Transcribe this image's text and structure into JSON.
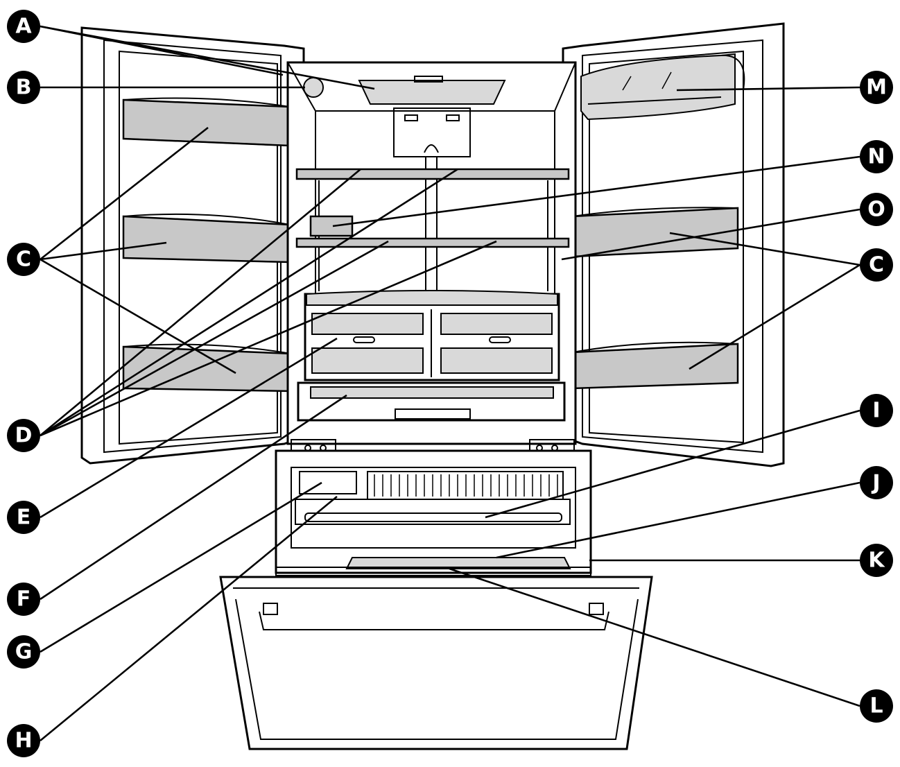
{
  "labels": [
    {
      "id": "A",
      "text": "A"
    },
    {
      "id": "B",
      "text": "B"
    },
    {
      "id": "C-left",
      "text": "C"
    },
    {
      "id": "D",
      "text": "D"
    },
    {
      "id": "E",
      "text": "E"
    },
    {
      "id": "F",
      "text": "F"
    },
    {
      "id": "G",
      "text": "G"
    },
    {
      "id": "H",
      "text": "H"
    },
    {
      "id": "M",
      "text": "M"
    },
    {
      "id": "N",
      "text": "N"
    },
    {
      "id": "O",
      "text": "O"
    },
    {
      "id": "C-right",
      "text": "C"
    },
    {
      "id": "I",
      "text": "I"
    },
    {
      "id": "J",
      "text": "J"
    },
    {
      "id": "K",
      "text": "K"
    },
    {
      "id": "L",
      "text": "L"
    }
  ]
}
